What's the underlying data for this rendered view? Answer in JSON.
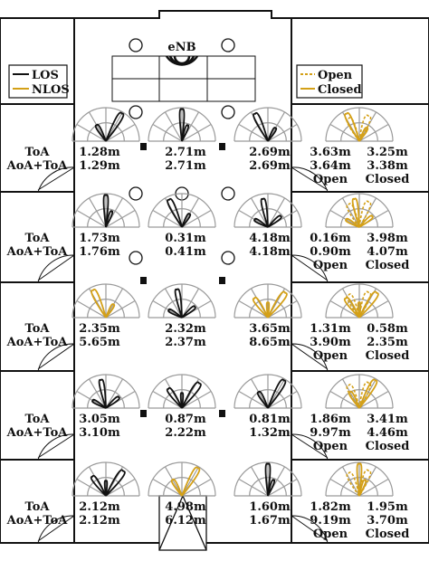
{
  "enb_label": "eNB",
  "legend_left": [
    "LOS",
    "NLOS"
  ],
  "legend_right": [
    "Open",
    "Closed"
  ],
  "colors": {
    "los": "#111111",
    "nlos": "#d4a017",
    "wall": "#111111",
    "grid": "#9a9a9a"
  },
  "row_labels": {
    "toa": "ToA",
    "aoa_toa": "AoA+ToA"
  },
  "door_labels": {
    "open": "Open",
    "closed": "Closed"
  },
  "rows": [
    {
      "label": "ToA/AoA+ToA",
      "toa": [
        "1.28m",
        "2.71m",
        "2.69m"
      ],
      "aoa_toa": [
        "1.29m",
        "2.71m",
        "2.69m"
      ],
      "open": [
        "3.63m",
        "3.64m"
      ],
      "closed": [
        "3.25m",
        "3.38m"
      ],
      "pattern_types": [
        "los",
        "los",
        "los"
      ]
    },
    {
      "label": "ToA/AoA+ToA",
      "toa": [
        "1.73m",
        "0.31m",
        "4.18m"
      ],
      "aoa_toa": [
        "1.76m",
        "0.41m",
        "4.18m"
      ],
      "open": [
        "0.16m",
        "0.90m"
      ],
      "closed": [
        "3.98m",
        "4.07m"
      ],
      "pattern_types": [
        "los",
        "los",
        "los"
      ]
    },
    {
      "label": "ToA/AoA+ToA",
      "toa": [
        "2.35m",
        "2.32m",
        "3.65m"
      ],
      "aoa_toa": [
        "5.65m",
        "2.37m",
        "8.65m"
      ],
      "open": [
        "1.31m",
        "3.90m"
      ],
      "closed": [
        "0.58m",
        "2.35m"
      ],
      "pattern_types": [
        "nlos",
        "los",
        "nlos"
      ]
    },
    {
      "label": "ToA/AoA+ToA",
      "toa": [
        "3.05m",
        "0.87m",
        "0.81m"
      ],
      "aoa_toa": [
        "3.10m",
        "2.22m",
        "1.32m"
      ],
      "open": [
        "1.86m",
        "9.97m"
      ],
      "closed": [
        "3.41m",
        "4.46m"
      ],
      "pattern_types": [
        "los",
        "los",
        "los"
      ]
    },
    {
      "label": "ToA/AoA+ToA",
      "toa": [
        "2.12m",
        "4.98m",
        "1.60m"
      ],
      "aoa_toa": [
        "2.12m",
        "6.12m",
        "1.67m"
      ],
      "open": [
        "1.82m",
        "9.19m"
      ],
      "closed": [
        "1.95m",
        "3.70m"
      ],
      "pattern_types": [
        "los",
        "nlos",
        "los"
      ]
    }
  ]
}
